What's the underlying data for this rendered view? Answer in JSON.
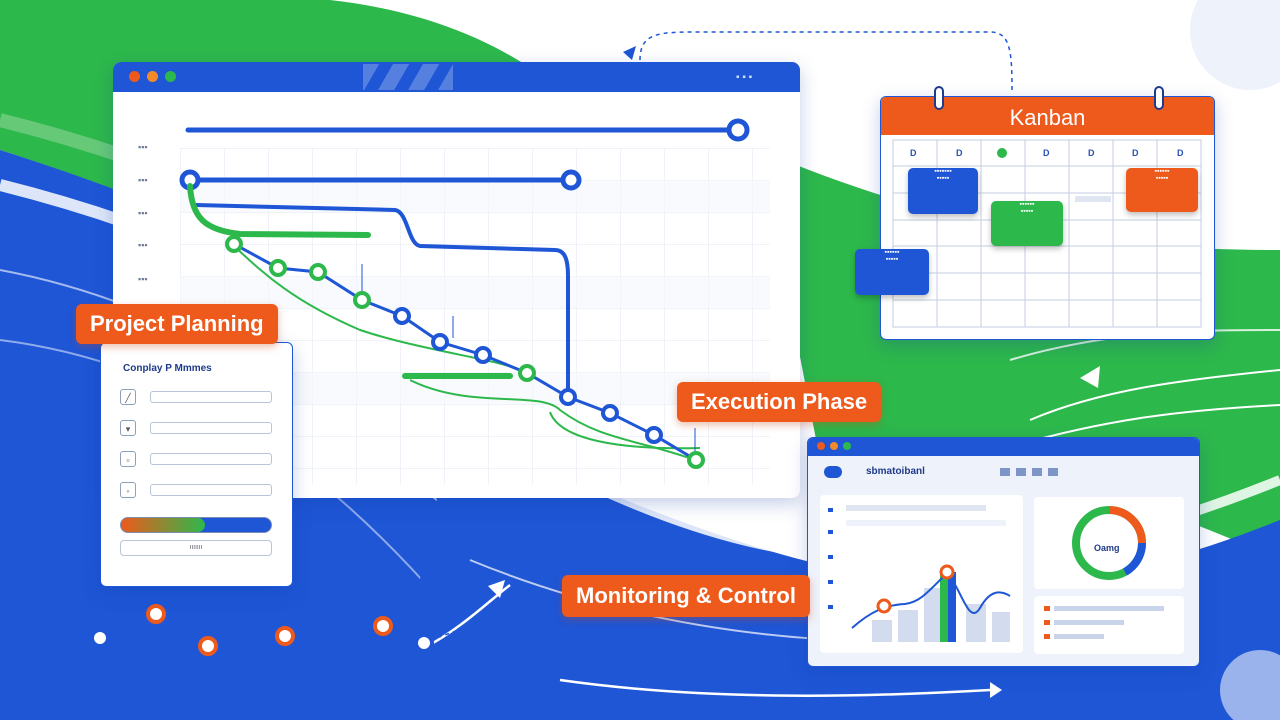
{
  "labels": {
    "project_planning": "Project Planning",
    "execution_phase": "Execution Phase",
    "monitoring_control": "Monitoring & Control"
  },
  "kanban": {
    "title": "Kanban",
    "days": [
      "D",
      "D",
      "",
      "D",
      "D",
      "D",
      "D"
    ]
  },
  "planning_card": {
    "title": "Conplay P Mmmes",
    "button_text": "ווווווו"
  },
  "dashboard": {
    "app_title": "sbmatoibanl",
    "donut_text": "Oamg"
  },
  "colors": {
    "brand_blue": "#1e56d6",
    "accent_orange": "#ee5a1c",
    "accent_green": "#2db84b"
  }
}
